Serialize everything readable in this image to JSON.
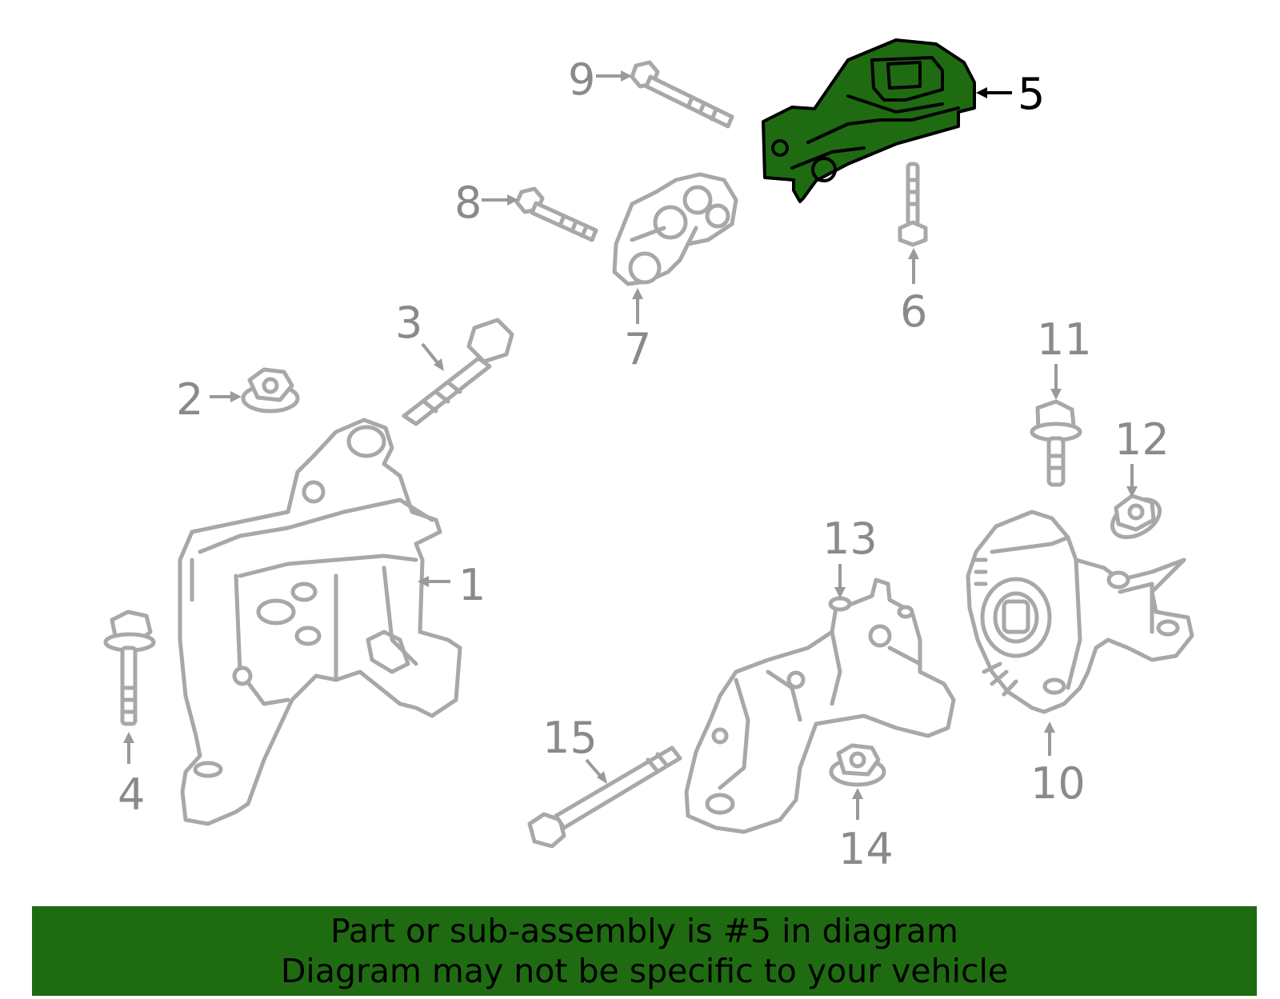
{
  "diagram": {
    "highlighted_part": "5",
    "highlight_color": "#1f6b12",
    "callouts": {
      "c1": "1",
      "c2": "2",
      "c3": "3",
      "c4": "4",
      "c5": "5",
      "c6": "6",
      "c7": "7",
      "c8": "8",
      "c9": "9",
      "c10": "10",
      "c11": "11",
      "c12": "12",
      "c13": "13",
      "c14": "14",
      "c15": "15"
    }
  },
  "banner": {
    "line1": "Part or sub-assembly is #5 in diagram",
    "line2": "Diagram may not be specific to your vehicle",
    "background": "#1f6b12"
  }
}
